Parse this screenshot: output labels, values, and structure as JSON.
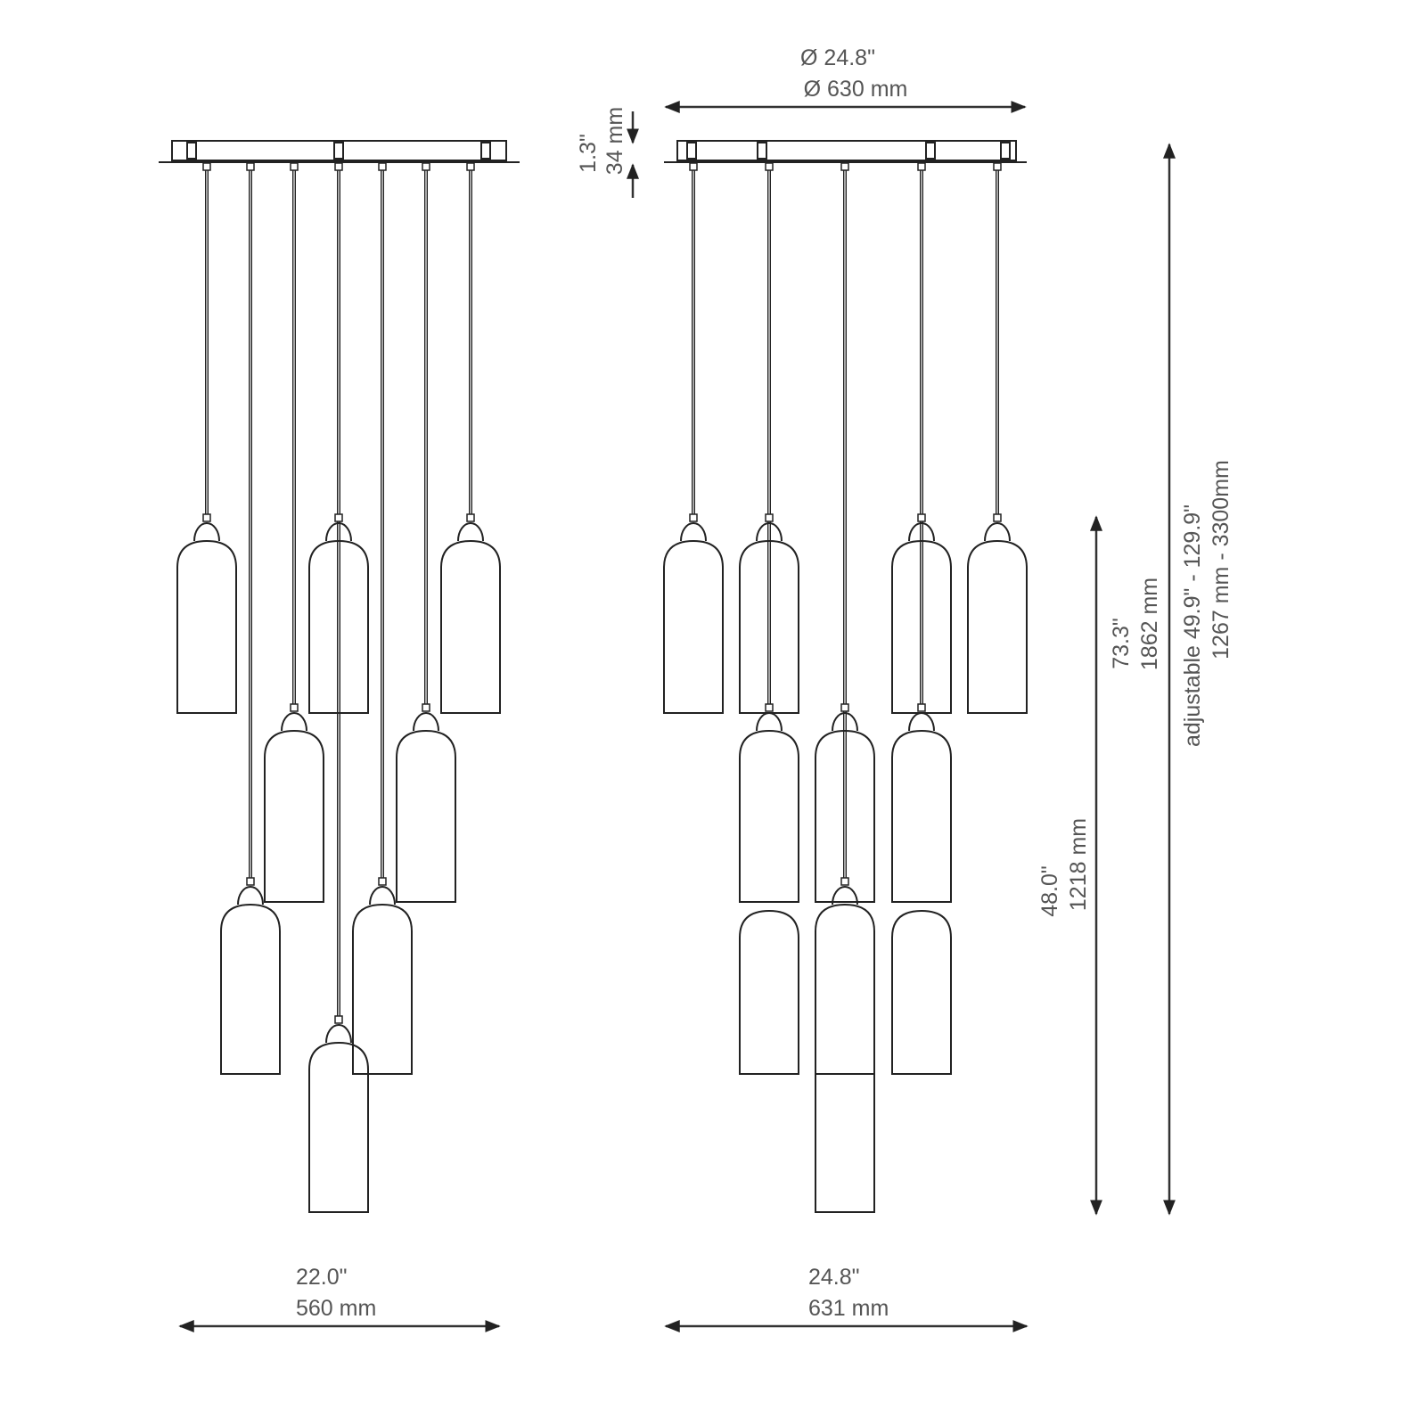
{
  "left_view": {
    "width_in": "22.0\"",
    "width_mm": "560 mm"
  },
  "right_view": {
    "canopy_diameter_in": "Ø 24.8\"",
    "canopy_diameter_mm": "Ø 630 mm",
    "canopy_height_in": "1.3\"",
    "canopy_height_mm": "34 mm",
    "width_in": "24.8\"",
    "width_mm": "631 mm",
    "drop_in": "48.0\"",
    "drop_mm": "1218 mm",
    "total_in": "73.3\"",
    "total_mm": "1862 mm",
    "adjustable_in": "adjustable  49.9\" - 129.9\"",
    "adjustable_mm": "1267 mm - 3300mm"
  }
}
